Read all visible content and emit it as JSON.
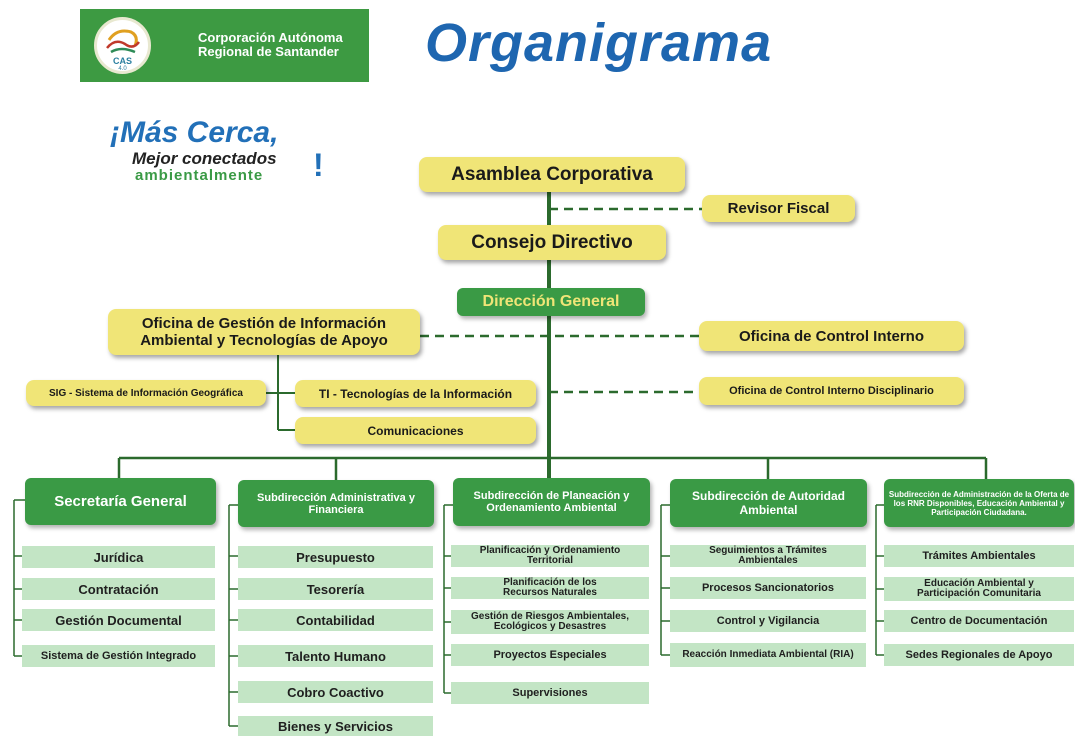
{
  "header": {
    "org_line1": "Corporación Autónoma",
    "org_line2": "Regional de Santander",
    "logo_text": "CAS",
    "logo_sub": "4.0",
    "title": "Organigrama"
  },
  "slogan": {
    "line1": "¡Más Cerca,",
    "line2": "Mejor conectados",
    "line3": "ambientalmente",
    "mark": "!"
  },
  "top": {
    "asamblea": "Asamblea Corporativa",
    "revisor": "Revisor Fiscal",
    "consejo": "Consejo Directivo",
    "direccion": "Dirección General",
    "ogi_line1": "Oficina de Gestión de Información",
    "ogi_line2": "Ambiental y Tecnologías de Apoyo",
    "control_interno": "Oficina de Control Interno",
    "control_disciplinario": "Oficina de Control Interno Disciplinario",
    "sig": "SIG - Sistema de Información Geográfica",
    "ti": "TI - Tecnologías de la Información",
    "comunicaciones": "Comunicaciones"
  },
  "columns": [
    {
      "head": "Secretaría General",
      "items": [
        "Jurídica",
        "Contratación",
        "Gestión Documental",
        "Sistema de Gestión Integrado"
      ]
    },
    {
      "head": "Subdirección Administrativa y Financiera",
      "items": [
        "Presupuesto",
        "Tesorería",
        "Contabilidad",
        "Talento Humano",
        "Cobro Coactivo",
        "Bienes y Servicios"
      ]
    },
    {
      "head": "Subdirección de Planeación y Ordenamiento Ambiental",
      "items": [
        "Planificación y Ordenamiento Territorial",
        "Planificación de los Recursos Naturales",
        "Gestión de Riesgos Ambientales, Ecológicos y Desastres",
        "Proyectos Especiales",
        "Supervisiones"
      ]
    },
    {
      "head": "Subdirección de Autoridad Ambiental",
      "items": [
        "Seguimientos a Trámites Ambientales",
        "Procesos Sancionatorios",
        "Control y Vigilancia",
        "Reacción Inmediata Ambiental (RIA)"
      ]
    },
    {
      "head": "Subdirección de Administración de la Oferta de los RNR Disponibles, Educación Ambiental y Participación Ciudadana.",
      "items": [
        "Trámites Ambientales",
        "Educación Ambiental y Participación Comunitaria",
        "Centro de Documentación",
        "Sedes Regionales de Apoyo"
      ]
    }
  ],
  "colors": {
    "yellow": "#f0e577",
    "green": "#3a9a45",
    "light_green": "#c3e5c5",
    "title_blue": "#1e66b0",
    "line": "#2b6a2d"
  }
}
